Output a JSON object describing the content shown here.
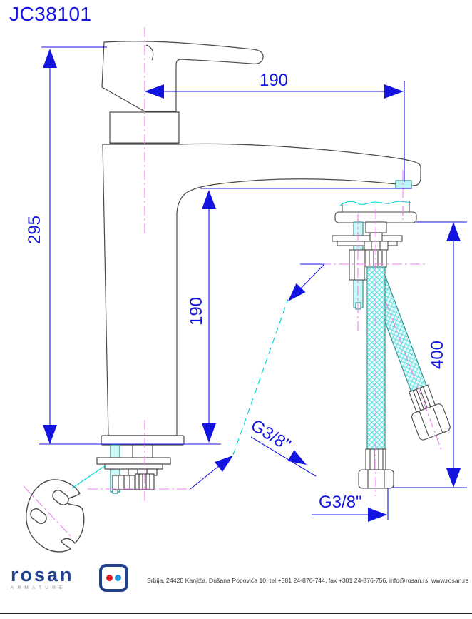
{
  "title": "JC38101",
  "dimensions": {
    "spout_reach": "190",
    "total_height": "295",
    "spout_height": "190",
    "hose_length": "400",
    "thread_inlet": "G3/8\"",
    "thread_hose": "G3/8\""
  },
  "footer": {
    "brand": "rosan",
    "brand_sub": "ARMATURE",
    "address": "Srbija, 24420 Kanjiža, Dušana Popovića 10, tel.+381 24-876-744, fax +381 24-876-756, info@rosan.rs, www.rosan.rs"
  },
  "colors": {
    "dimension_blue": "#1414e0",
    "centerline_magenta": "#f080f0",
    "construction_cyan": "#00d8d8",
    "drawing_gray": "#4a4a4a",
    "braid_fill": "#eafcfc",
    "brand_blue": "#21418c",
    "logo_dot_red": "#e02020",
    "logo_dot_blue": "#1e90d8"
  }
}
